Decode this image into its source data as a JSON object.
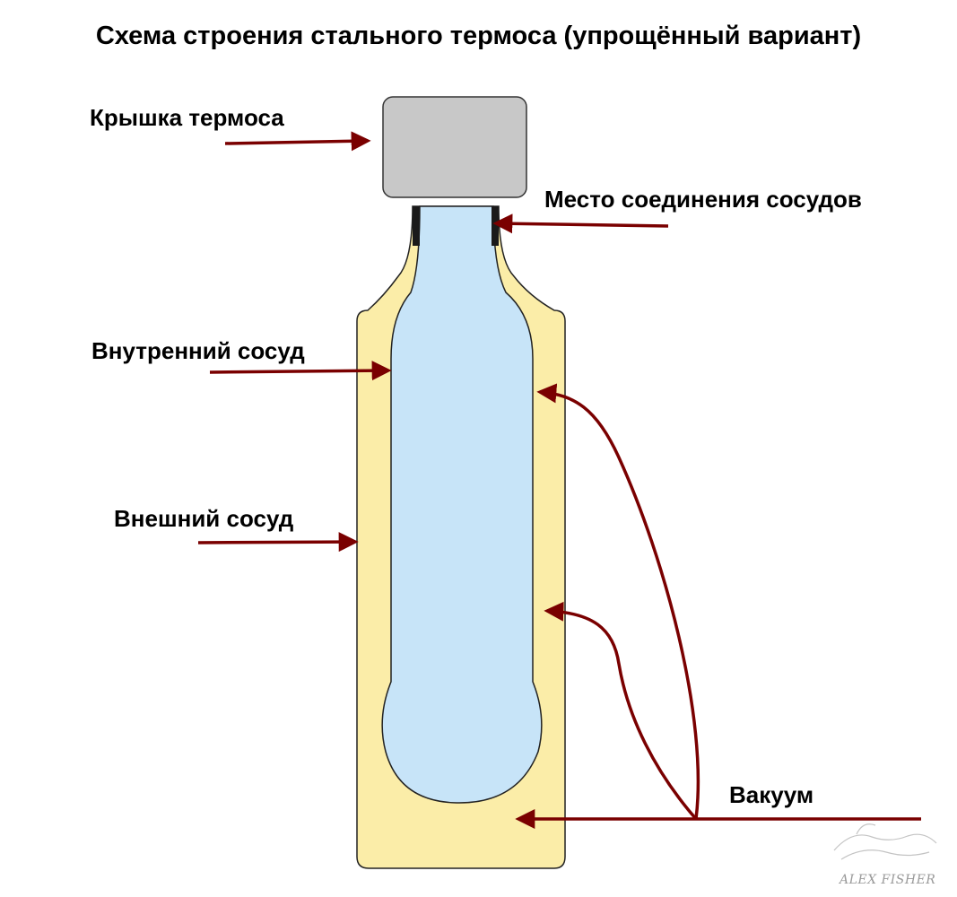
{
  "title": "Схема строения стального термоса (упрощённый вариант)",
  "labels": {
    "lid": "Крышка термоса",
    "joint": "Место соединения сосудов",
    "inner_vessel": "Внутренний сосуд",
    "outer_vessel": "Внешний сосуд",
    "vacuum": "Вакуум"
  },
  "signature": "ALEX FISHER",
  "colors": {
    "outer_vessel_fill": "#fbeda8",
    "inner_vessel_fill": "#c7e4f8",
    "lid_fill": "#c8c8c8",
    "arrow": "#7a0000",
    "outline": "#222222"
  }
}
